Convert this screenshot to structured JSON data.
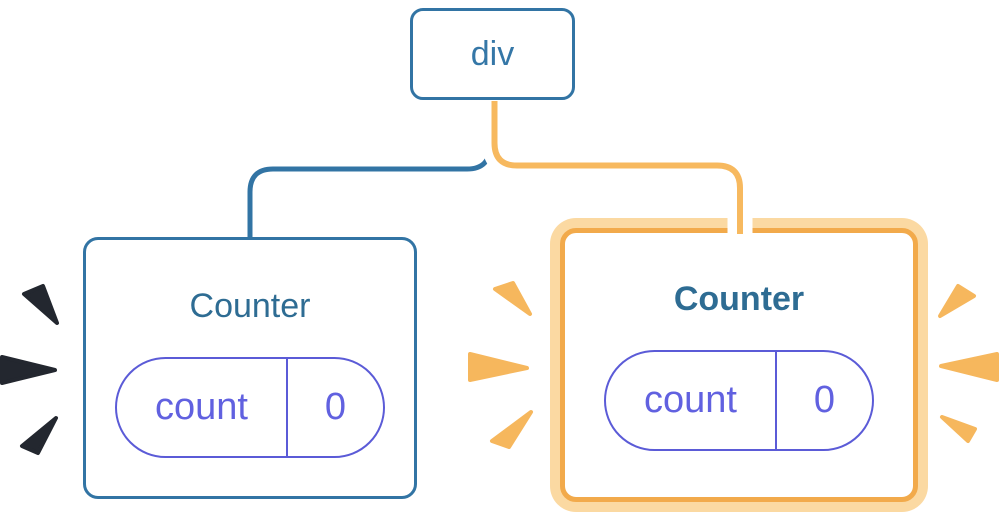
{
  "diagram": {
    "title": "react-state-tree-diagram",
    "root": {
      "label": "div"
    },
    "children": [
      {
        "label": "Counter",
        "highlighted": false,
        "state": {
          "key": "count",
          "value": "0"
        }
      },
      {
        "label": "Counter",
        "highlighted": true,
        "state": {
          "key": "count",
          "value": "0"
        }
      }
    ]
  },
  "colors": {
    "blue": "#3274A4",
    "blue_text": "#3577A7",
    "teal": "#2E6C93",
    "purple": "#5B5BD7",
    "purple_text": "#6161E0",
    "orange_band": "#FBD9A2",
    "orange_stroke": "#F2AA4B",
    "orange_line": "#F7B95F",
    "spark_orange": "#F6B75D",
    "spark_dark": "#23272F"
  }
}
